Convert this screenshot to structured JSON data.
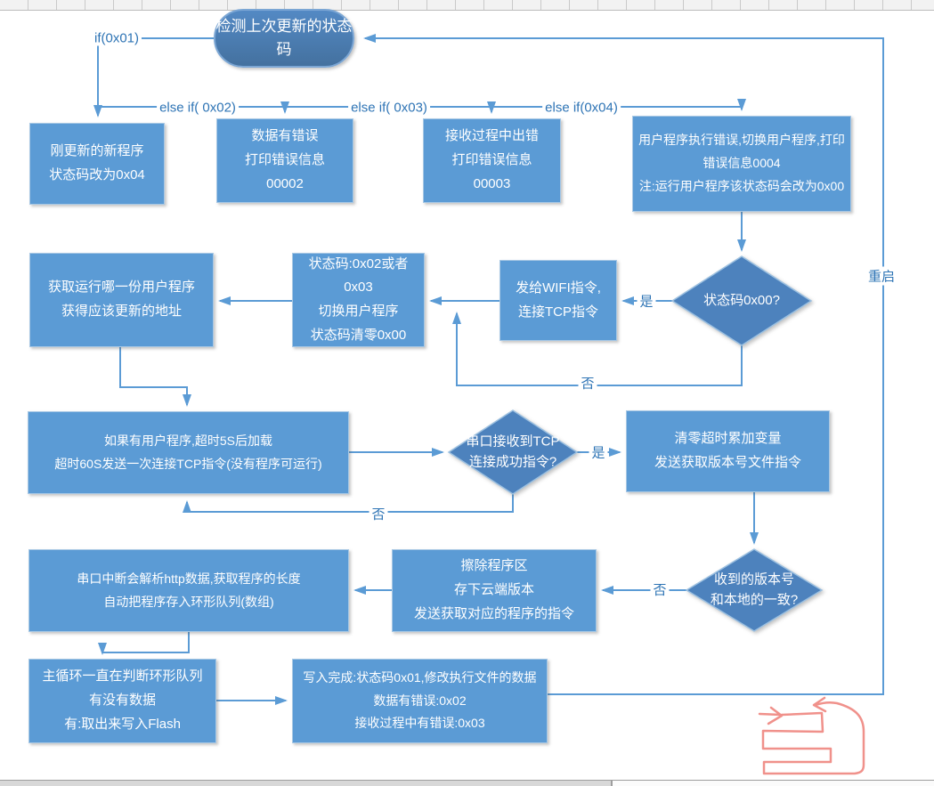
{
  "flow": {
    "start": {
      "text": "检测上次更新的状态码"
    },
    "boxes": [
      {
        "text": "刚更新的新程序\n状态码改为0x04"
      },
      {
        "text": "数据有错误\n打印错误信息\n00002"
      },
      {
        "text": "接收过程中出错\n打印错误信息\n00003"
      },
      {
        "text": "用户程序执行错误,切换用户程序,打印错误信息0004\n注:运行用户程序该状态码会改为0x00"
      },
      {
        "text": "获取运行哪一份用户程序\n获得应该更新的地址"
      },
      {
        "text": "状态码:0x02或者\n0x03\n切换用户程序\n状态码清零0x00"
      },
      {
        "text": "发给WIFI指令,\n连接TCP指令"
      },
      {
        "text": "如果有用户程序,超时5S后加载\n超时60S发送一次连接TCP指令(没有程序可运行)"
      },
      {
        "text": "清零超时累加变量\n发送获取版本号文件指令"
      },
      {
        "text": "擦除程序区\n存下云端版本\n发送获取对应的程序的指令"
      },
      {
        "text": "串口中断会解析http数据,获取程序的长度\n自动把程序存入环形队列(数组)"
      },
      {
        "text": "主循环一直在判断环形队列\n有没有数据\n有:取出来写入Flash"
      },
      {
        "text": "写入完成:状态码0x01,修改执行文件的数据\n数据有错误:0x02\n接收过程中有错误:0x03"
      }
    ],
    "decisions": [
      {
        "text": "状态码0x00?"
      },
      {
        "text": "串口接收到TCP\n连接成功指令?"
      },
      {
        "text": "收到的版本号\n和本地的一致?"
      }
    ],
    "edge_labels": [
      "if(0x01)",
      "else if( 0x02)",
      "else if( 0x03)",
      "else if(0x04)",
      "是",
      "否",
      "是",
      "否",
      "否",
      "重启"
    ],
    "colors": {
      "process_fill": "#5b9bd5",
      "decision_fill": "#4d82bd",
      "connector": "#5b9bd5",
      "label_text": "#2e74b5",
      "annotation_red": "#f0918b"
    }
  }
}
